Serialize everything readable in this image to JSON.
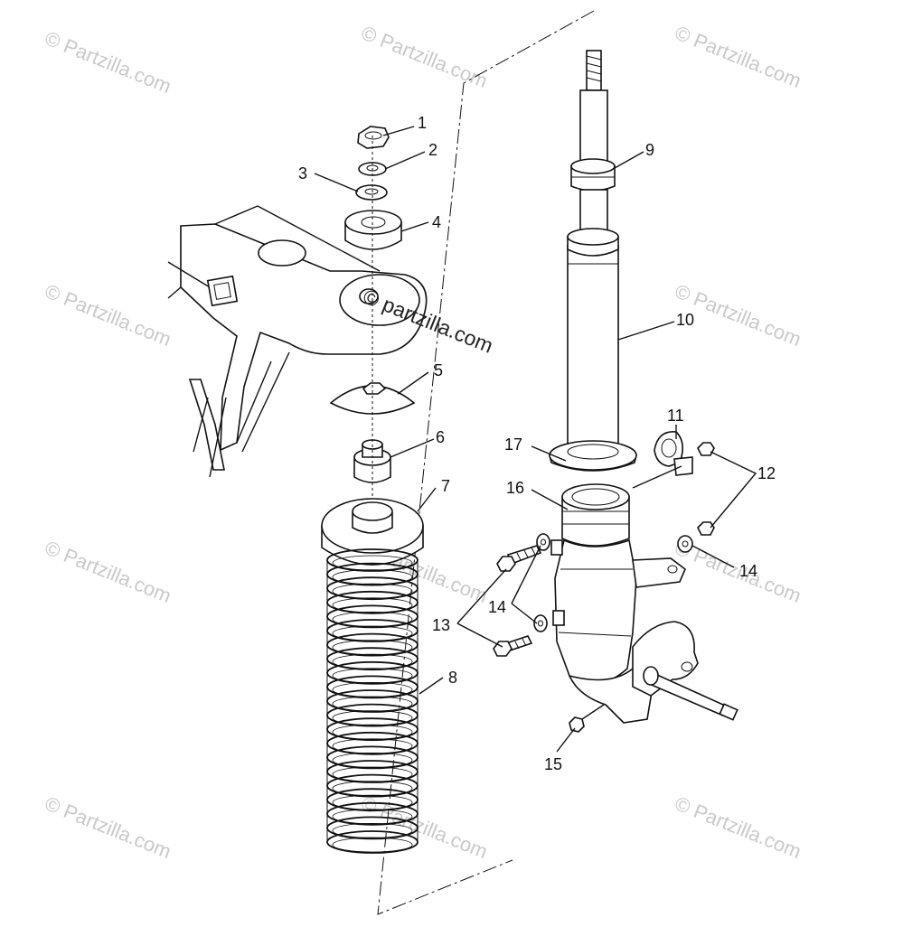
{
  "diagram": {
    "callouts": {
      "p1": "1",
      "p2": "2",
      "p3": "3",
      "p4": "4",
      "p5": "5",
      "p6": "6",
      "p7": "7",
      "p8": "8",
      "p9": "9",
      "p10": "10",
      "p11": "11",
      "p12": "12",
      "p13": "13",
      "p14a": "14",
      "p14b": "14",
      "p15": "15",
      "p16": "16",
      "p17": "17"
    },
    "watermarks": {
      "corner": "© Partzilla.com",
      "center": "© partzilla.com"
    }
  }
}
